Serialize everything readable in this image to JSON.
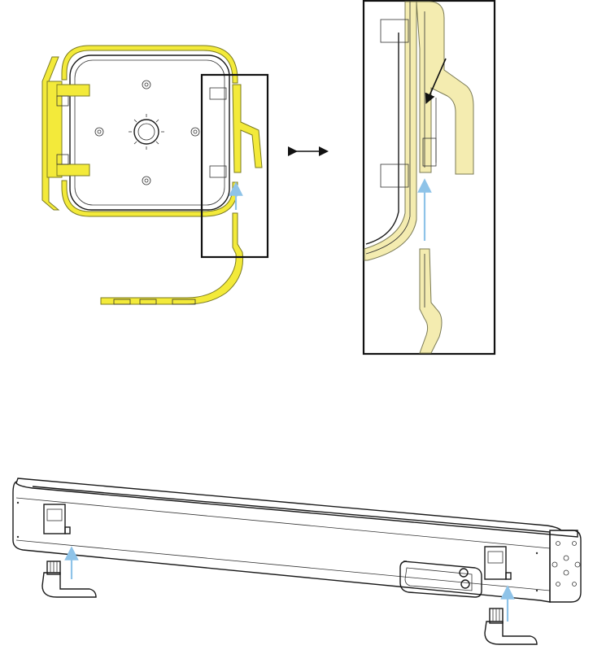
{
  "figure": {
    "top_left": {
      "name": "bracket-cross-section",
      "bracket_color": "#f3ea3a",
      "highlight_box": true
    },
    "top_right": {
      "name": "detail-magnified-view",
      "bracket_color": "#f4ecb0"
    },
    "connector": {
      "icon": "double-arrow-icon"
    },
    "bottom": {
      "name": "soundbar-with-brackets",
      "mount_count": 2
    },
    "arrow_color": "#8ec3e8"
  }
}
